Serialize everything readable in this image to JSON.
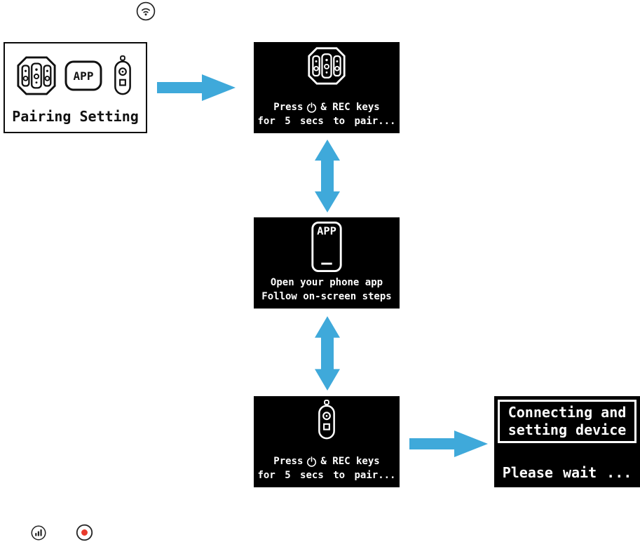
{
  "colors": {
    "arrow_blue": "#3FA9DA",
    "screen_bg": "#000000",
    "screen_fg": "#FFFFFF",
    "record_red": "#E83A2C"
  },
  "status_icons": {
    "top": "wifi",
    "bottom_left": "signal-strength",
    "bottom_record": "record"
  },
  "menu_box": {
    "title": "Pairing Setting",
    "app_icon_label": "APP"
  },
  "flow": {
    "screen_pair_camera": {
      "press": "Press",
      "rec_keys": "& REC keys",
      "duration_line": "for 5 secs to pair..."
    },
    "screen_app": {
      "icon_label": "APP",
      "line1": "Open your phone app",
      "line2": "Follow on-screen steps"
    },
    "screen_pair_remote": {
      "press": "Press",
      "rec_keys": "& REC keys",
      "duration_line": "for 5 secs to pair..."
    },
    "screen_connecting": {
      "box_line1": "Connecting and",
      "box_line2": "setting device",
      "wait": "Please wait ..."
    }
  }
}
